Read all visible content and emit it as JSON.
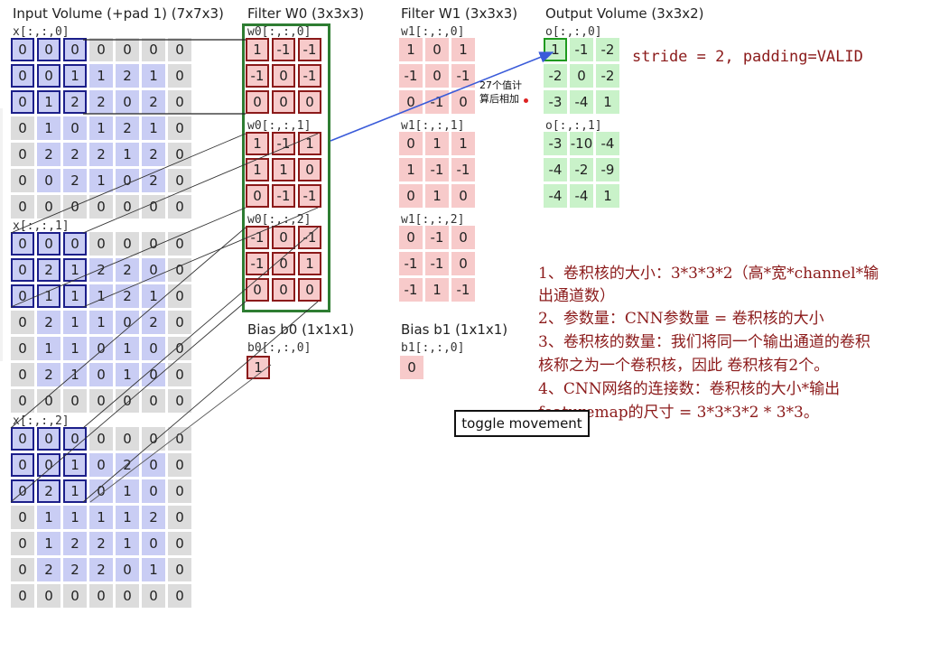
{
  "titles": {
    "input": "Input Volume (+pad 1) (7x7x3)",
    "filter_w0": "Filter W0 (3x3x3)",
    "filter_w1": "Filter W1 (3x3x3)",
    "output": "Output Volume (3x3x2)",
    "bias_b0": "Bias b0 (1x1x1)",
    "bias_b1": "Bias b1 (1x1x1)"
  },
  "input": {
    "slices": [
      {
        "label": "x[:,:,0]",
        "rows": [
          [
            "0",
            "0",
            "0",
            "0",
            "0",
            "0",
            "0"
          ],
          [
            "0",
            "0",
            "1",
            "1",
            "2",
            "1",
            "0"
          ],
          [
            "0",
            "1",
            "2",
            "2",
            "0",
            "2",
            "0"
          ],
          [
            "0",
            "1",
            "0",
            "1",
            "2",
            "1",
            "0"
          ],
          [
            "0",
            "2",
            "2",
            "2",
            "1",
            "2",
            "0"
          ],
          [
            "0",
            "0",
            "2",
            "1",
            "0",
            "2",
            "0"
          ],
          [
            "0",
            "0",
            "0",
            "0",
            "0",
            "0",
            "0"
          ]
        ]
      },
      {
        "label": "x[:,:,1]",
        "rows": [
          [
            "0",
            "0",
            "0",
            "0",
            "0",
            "0",
            "0"
          ],
          [
            "0",
            "2",
            "1",
            "2",
            "2",
            "0",
            "0"
          ],
          [
            "0",
            "1",
            "1",
            "1",
            "2",
            "1",
            "0"
          ],
          [
            "0",
            "2",
            "1",
            "1",
            "0",
            "2",
            "0"
          ],
          [
            "0",
            "1",
            "1",
            "0",
            "1",
            "0",
            "0"
          ],
          [
            "0",
            "2",
            "1",
            "0",
            "1",
            "0",
            "0"
          ],
          [
            "0",
            "0",
            "0",
            "0",
            "0",
            "0",
            "0"
          ]
        ]
      },
      {
        "label": "x[:,:,2]",
        "rows": [
          [
            "0",
            "0",
            "0",
            "0",
            "0",
            "0",
            "0"
          ],
          [
            "0",
            "0",
            "1",
            "0",
            "2",
            "0",
            "0"
          ],
          [
            "0",
            "2",
            "1",
            "0",
            "1",
            "0",
            "0"
          ],
          [
            "0",
            "1",
            "1",
            "1",
            "1",
            "2",
            "0"
          ],
          [
            "0",
            "1",
            "2",
            "2",
            "1",
            "0",
            "0"
          ],
          [
            "0",
            "2",
            "2",
            "2",
            "0",
            "1",
            "0"
          ],
          [
            "0",
            "0",
            "0",
            "0",
            "0",
            "0",
            "0"
          ]
        ]
      }
    ]
  },
  "w0": {
    "slices": [
      {
        "label": "w0[:,:,0]",
        "rows": [
          [
            "1",
            "-1",
            "-1"
          ],
          [
            "-1",
            "0",
            "-1"
          ],
          [
            "0",
            "0",
            "0"
          ]
        ]
      },
      {
        "label": "w0[:,:,1]",
        "rows": [
          [
            "1",
            "-1",
            "1"
          ],
          [
            "1",
            "1",
            "0"
          ],
          [
            "0",
            "-1",
            "-1"
          ]
        ]
      },
      {
        "label": "w0[:,:,2]",
        "rows": [
          [
            "-1",
            "0",
            "-1"
          ],
          [
            "-1",
            "0",
            "1"
          ],
          [
            "0",
            "0",
            "0"
          ]
        ]
      }
    ],
    "bias_label": "b0[:,:,0]",
    "bias_value": "1"
  },
  "w1": {
    "slices": [
      {
        "label": "w1[:,:,0]",
        "rows": [
          [
            "1",
            "0",
            "1"
          ],
          [
            "-1",
            "0",
            "-1"
          ],
          [
            "0",
            "-1",
            "0"
          ]
        ]
      },
      {
        "label": "w1[:,:,1]",
        "rows": [
          [
            "0",
            "1",
            "1"
          ],
          [
            "1",
            "-1",
            "-1"
          ],
          [
            "0",
            "1",
            "0"
          ]
        ]
      },
      {
        "label": "w1[:,:,2]",
        "rows": [
          [
            "0",
            "-1",
            "0"
          ],
          [
            "-1",
            "-1",
            "0"
          ],
          [
            "-1",
            "1",
            "-1"
          ]
        ]
      }
    ],
    "bias_label": "b1[:,:,0]",
    "bias_value": "0"
  },
  "output": {
    "slices": [
      {
        "label": "o[:,:,0]",
        "rows": [
          [
            "1",
            "-1",
            "-2"
          ],
          [
            "-2",
            "0",
            "-2"
          ],
          [
            "-3",
            "-4",
            "1"
          ]
        ]
      },
      {
        "label": "o[:,:,1]",
        "rows": [
          [
            "-3",
            "-10",
            "-4"
          ],
          [
            "-4",
            "-2",
            "-9"
          ],
          [
            "-4",
            "-4",
            "1"
          ]
        ]
      }
    ]
  },
  "stride_text": "stride = 2, padding=VALID",
  "note": {
    "line1": "27个值计",
    "line2": "算后相加"
  },
  "explanations": [
    "1、卷积核的大小：3*3*3*2（高*宽*channel*输",
    "出通道数）",
    "2、参数量：CNN参数量 = 卷积核的大小",
    "3、卷积核的数量：我们将同一个输出通道的卷积",
    "核称之为一个卷积核，因此 卷积核有2个。",
    "4、CNN网络的连接数：卷积核的大小*输出",
    "featuremap的尺寸 = 3*3*3*2  *  3*3。"
  ],
  "toggle_label": "toggle movement",
  "colors": {
    "input_bg": "#dcdcdc",
    "input_highlight": "#c9cdf4",
    "input_border": "#1c1f8a",
    "filter_bg": "#f7caca",
    "filter_border": "#8b1a1a",
    "output_bg": "#c9f2c9",
    "output_border": "#1f9a1f",
    "filter_frame": "#2e7d32",
    "arrow": "#3a5bd9",
    "text_red": "#8b1a1a"
  }
}
